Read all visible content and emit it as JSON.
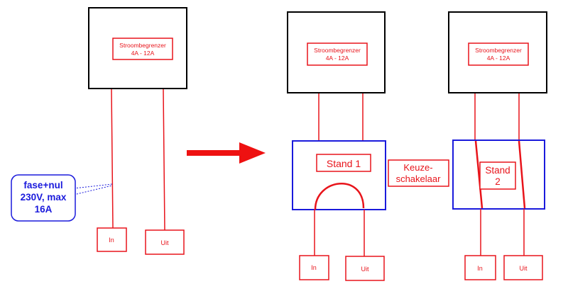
{
  "diagram": {
    "colors": {
      "red": "#e8141b",
      "black": "#000000",
      "blue": "#1a1adc",
      "arrow": "#ee1111"
    },
    "left": {
      "limiter_line1": "Stroombegrenzer",
      "limiter_line2": "4A - 12A",
      "in_label": "In",
      "out_label": "Uit",
      "callout_line1": "fase+nul",
      "callout_line2": "230V, max",
      "callout_line3": "16A"
    },
    "middle": {
      "limiter_line1": "Stroombegrenzer",
      "limiter_line2": "4A - 12A",
      "switch_label": "Stand 1",
      "in_label": "In",
      "out_label": "Uit"
    },
    "selector_label_line1": "Keuze-",
    "selector_label_line2": "schakelaar",
    "right": {
      "limiter_line1": "Stroombegrenzer",
      "limiter_line2": "4A - 12A",
      "switch_label_line1": "Stand",
      "switch_label_line2": "2",
      "in_label": "In",
      "out_label": "Uit"
    }
  }
}
